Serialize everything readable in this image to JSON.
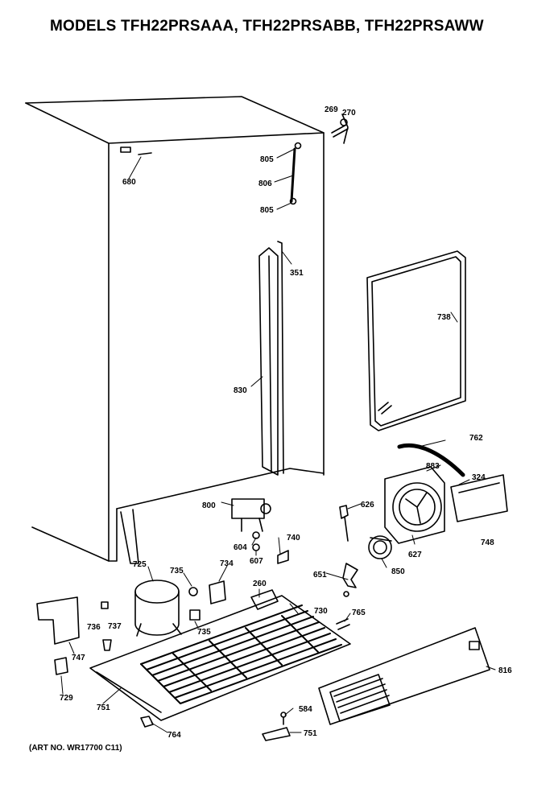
{
  "header": {
    "title": "MODELS TFH22PRSAAA, TFH22PRSABB, TFH22PRSAWW"
  },
  "footer": {
    "art_no": "(ART NO. WR17700 C11)"
  },
  "callouts": {
    "c269": "269",
    "c270": "270",
    "c680": "680",
    "c805a": "805",
    "c806": "806",
    "c805b": "805",
    "c351": "351",
    "c738": "738",
    "c830": "830",
    "c762": "762",
    "c883": "883",
    "c324": "324",
    "c800": "800",
    "c626": "626",
    "c748": "748",
    "c604": "604",
    "c740": "740",
    "c627": "627",
    "c607": "607",
    "c725": "725",
    "c735a": "735",
    "c734": "734",
    "c260": "260",
    "c651": "651",
    "c850": "850",
    "c730": "730",
    "c765": "765",
    "c736": "736",
    "c737": "737",
    "c735b": "735",
    "c747": "747",
    "c816": "816",
    "c729": "729",
    "c751a": "751",
    "c584": "584",
    "c764": "764",
    "c751b": "751"
  }
}
